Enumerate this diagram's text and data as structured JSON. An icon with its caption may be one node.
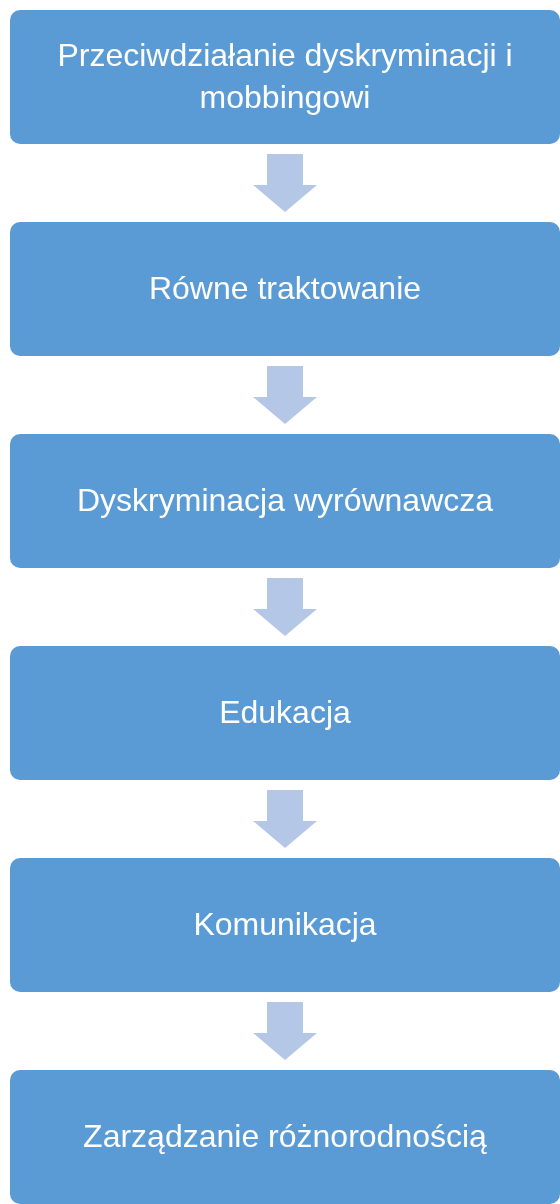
{
  "diagram": {
    "nodes": [
      {
        "text": [
          "Przeciwdziałanie dyskryminacji i mobbingowi"
        ]
      },
      {
        "text": [
          "Równe traktowanie"
        ]
      },
      {
        "text": [
          "Dyskryminacja wyrównawcza"
        ]
      },
      {
        "text": [
          "Edukacja"
        ]
      },
      {
        "text": [
          "Komunikacja"
        ]
      },
      {
        "text": [
          "Zarządzanie różnorodnością"
        ]
      }
    ],
    "edges": [
      {
        "from": 0,
        "to": 1,
        "arrow": "to"
      },
      {
        "from": 1,
        "to": 2,
        "arrow": "to"
      },
      {
        "from": 2,
        "to": 3,
        "arrow": "to"
      },
      {
        "from": 3,
        "to": 4,
        "arrow": "to"
      },
      {
        "from": 4,
        "to": 5,
        "arrow": "to"
      }
    ]
  }
}
